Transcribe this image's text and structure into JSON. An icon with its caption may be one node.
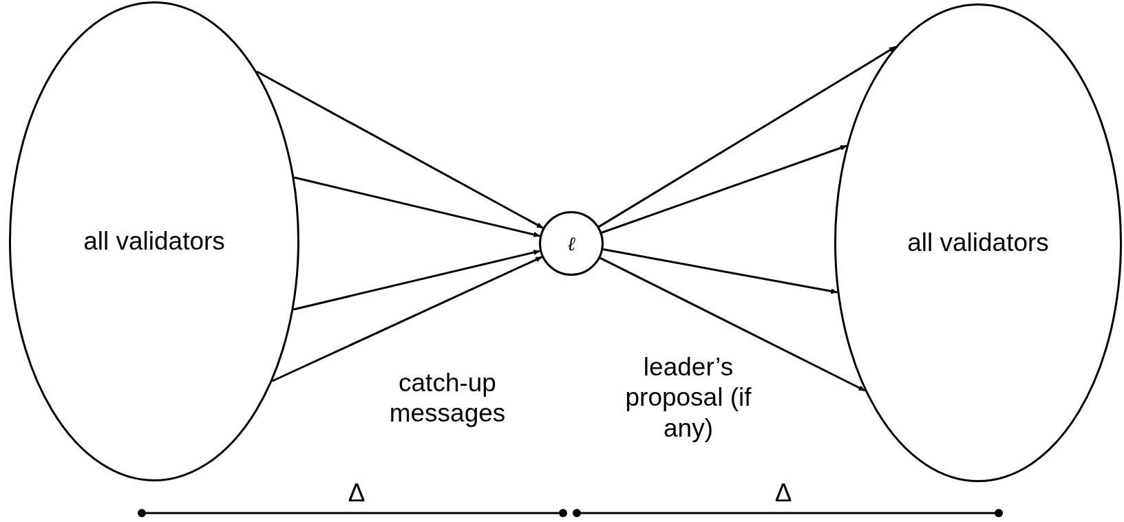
{
  "diagram": {
    "nodes": [
      {
        "text": [
          "all validators"
        ]
      },
      {
        "text": [
          "ℓ"
        ]
      },
      {
        "text": [
          "all validators"
        ]
      }
    ],
    "edges": [
      {
        "from": 0,
        "to": 1,
        "arrow": "to"
      },
      {
        "from": 0,
        "to": 1,
        "arrow": "to"
      },
      {
        "from": 0,
        "to": 1,
        "arrow": "to"
      },
      {
        "from": 0,
        "to": 1,
        "arrow": "to"
      },
      {
        "from": 1,
        "to": 2,
        "arrow": "to"
      },
      {
        "from": 1,
        "to": 2,
        "arrow": "to"
      },
      {
        "from": 1,
        "to": 2,
        "arrow": "to"
      },
      {
        "from": 1,
        "to": 2,
        "arrow": "to"
      }
    ],
    "labels": [
      "catch-up messages",
      "leader’s proposal (if any)",
      "Δ",
      "Δ"
    ]
  }
}
